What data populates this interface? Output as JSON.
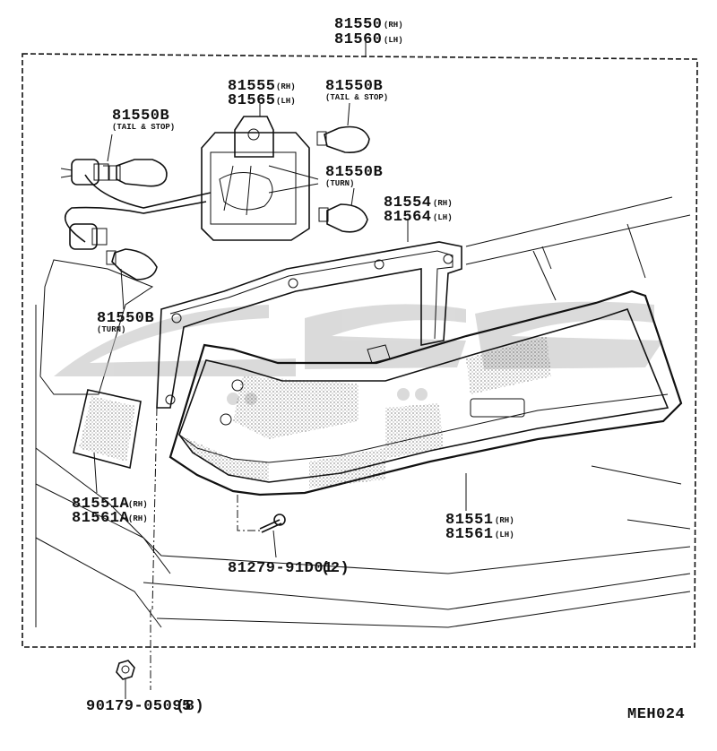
{
  "labels": {
    "assy_top": {
      "num1": "81550",
      "side1": "(RH)",
      "num2": "81560",
      "side2": "(LH)"
    },
    "socket": {
      "num1": "81555",
      "side1": "(RH)",
      "num2": "81565",
      "side2": "(LH)"
    },
    "bulb_tail_left": {
      "num": "81550B",
      "note": "(TAIL & STOP)"
    },
    "bulb_tail_right": {
      "num": "81550B",
      "note": "(TAIL & STOP)"
    },
    "bulb_turn_right": {
      "num": "81550B",
      "note": "(TURN)"
    },
    "bulb_turn_left": {
      "num": "81550B",
      "note": "(TURN)"
    },
    "gasket": {
      "num1": "81554",
      "side1": "(RH)",
      "num2": "81564",
      "side2": "(LH)"
    },
    "reflector": {
      "num1": "81551A",
      "side1": "(RH)",
      "num2": "81561A",
      "side2": "(RH)"
    },
    "lens": {
      "num1": "81551",
      "side1": "(RH)",
      "num2": "81561",
      "side2": "(LH)"
    },
    "screw": {
      "num": "81279-91D01",
      "qty": "(2)"
    },
    "nut": {
      "num": "90179-05095",
      "qty": "(8)"
    },
    "code": "MEH024"
  },
  "watermark_text": "ﺿﺠﻴﺞ",
  "colors": {
    "line": "#111111",
    "watermark": "#cfcfcf"
  }
}
